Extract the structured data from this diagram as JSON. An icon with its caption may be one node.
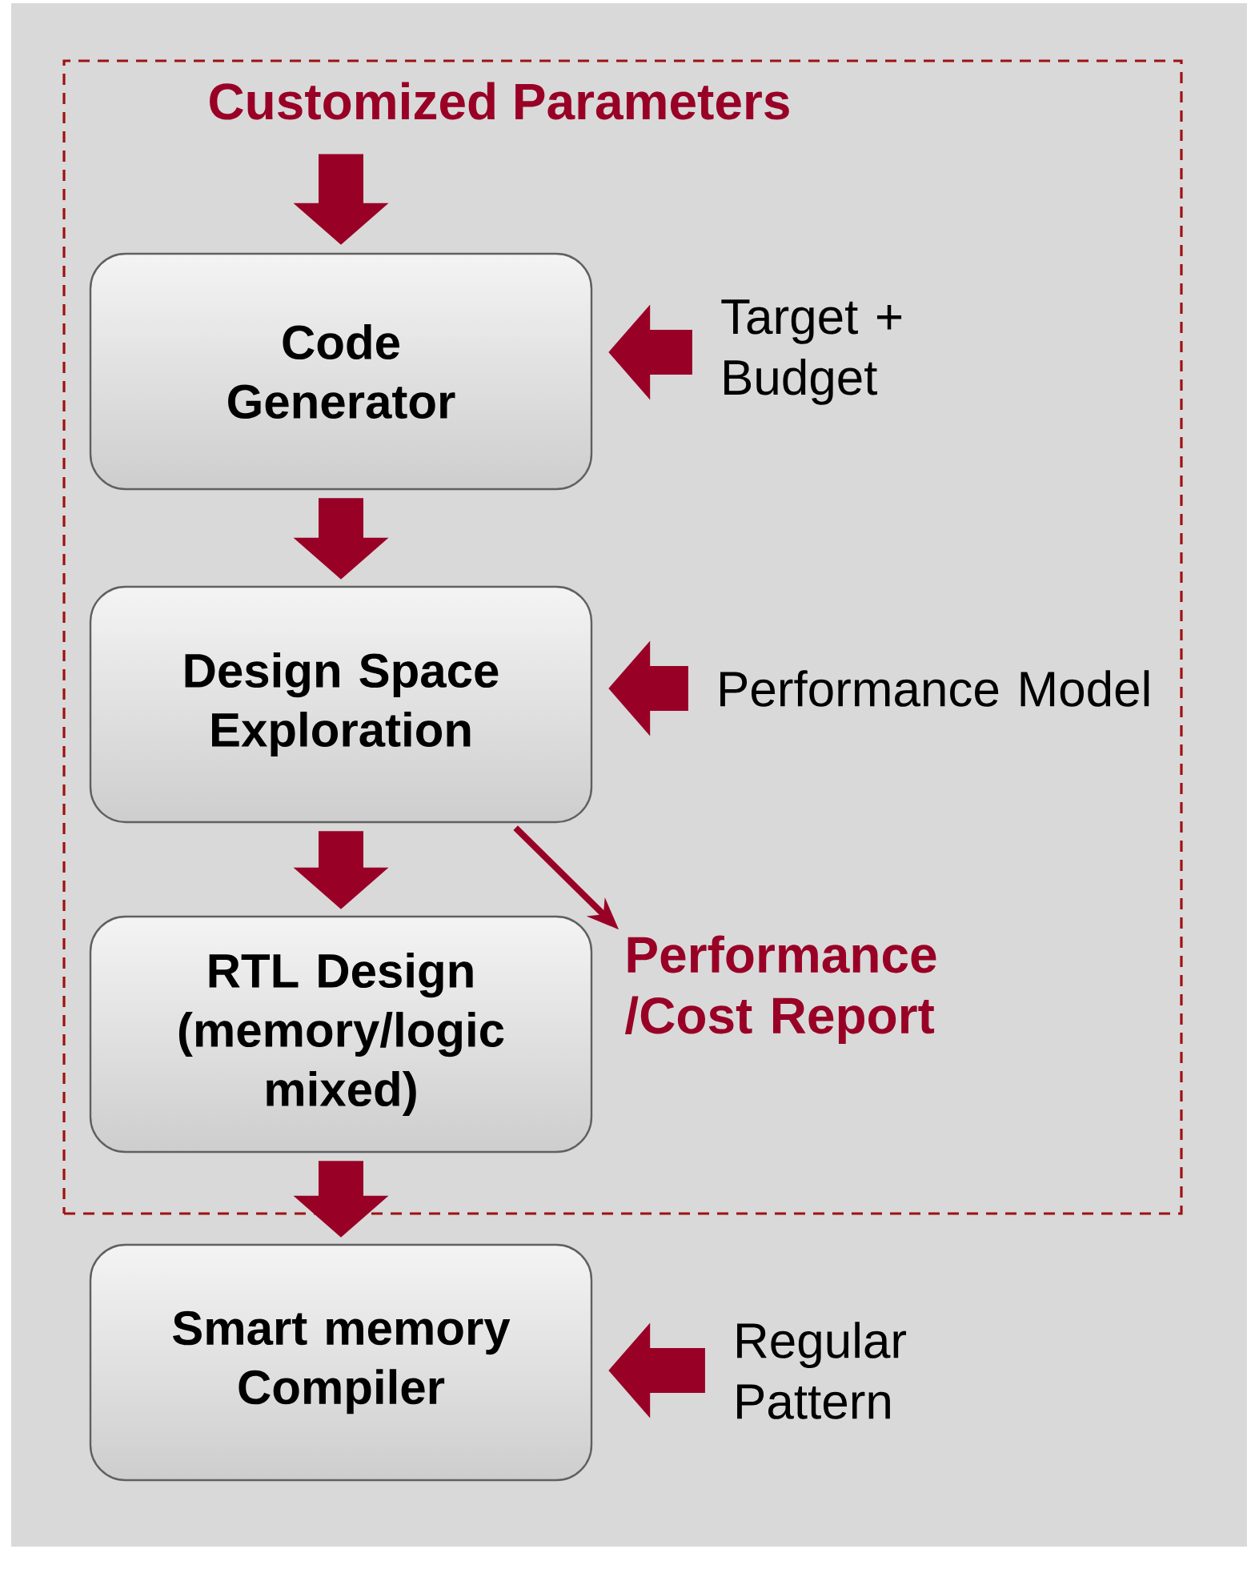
{
  "diagram": {
    "nodes": [
      {
        "text": [],
        "shape": "box"
      },
      {
        "text": [
          "Customized Parameters"
        ],
        "in": 0
      },
      {
        "text": [
          "Code Generator"
        ],
        "in": 0
      },
      {
        "text": [
          "Target + Budget"
        ],
        "in": 0
      },
      {
        "text": [
          "Design Space Exploration"
        ],
        "in": 0
      },
      {
        "text": [
          "Performance Model"
        ],
        "in": 0
      },
      {
        "text": [
          "RTL Design (memory/logic mixed)"
        ],
        "in": 0
      },
      {
        "text": [
          "Performance /Cost Report"
        ],
        "in": 0
      },
      {
        "text": [
          "Smart memory Compiler"
        ]
      },
      {
        "text": [
          "Regular Pattern"
        ]
      }
    ],
    "edges": [
      {
        "from": 1,
        "to": 2,
        "arrow": "to"
      },
      {
        "from": 3,
        "to": 2,
        "arrow": "to"
      },
      {
        "from": 2,
        "to": 4,
        "arrow": "to"
      },
      {
        "from": 5,
        "to": 4,
        "arrow": "to"
      },
      {
        "from": 4,
        "to": 6,
        "arrow": "to"
      },
      {
        "from": 4,
        "to": 7,
        "arrow": "to"
      },
      {
        "from": 6,
        "to": 8,
        "arrow": "to"
      },
      {
        "from": 9,
        "to": 8,
        "arrow": "to"
      }
    ]
  }
}
